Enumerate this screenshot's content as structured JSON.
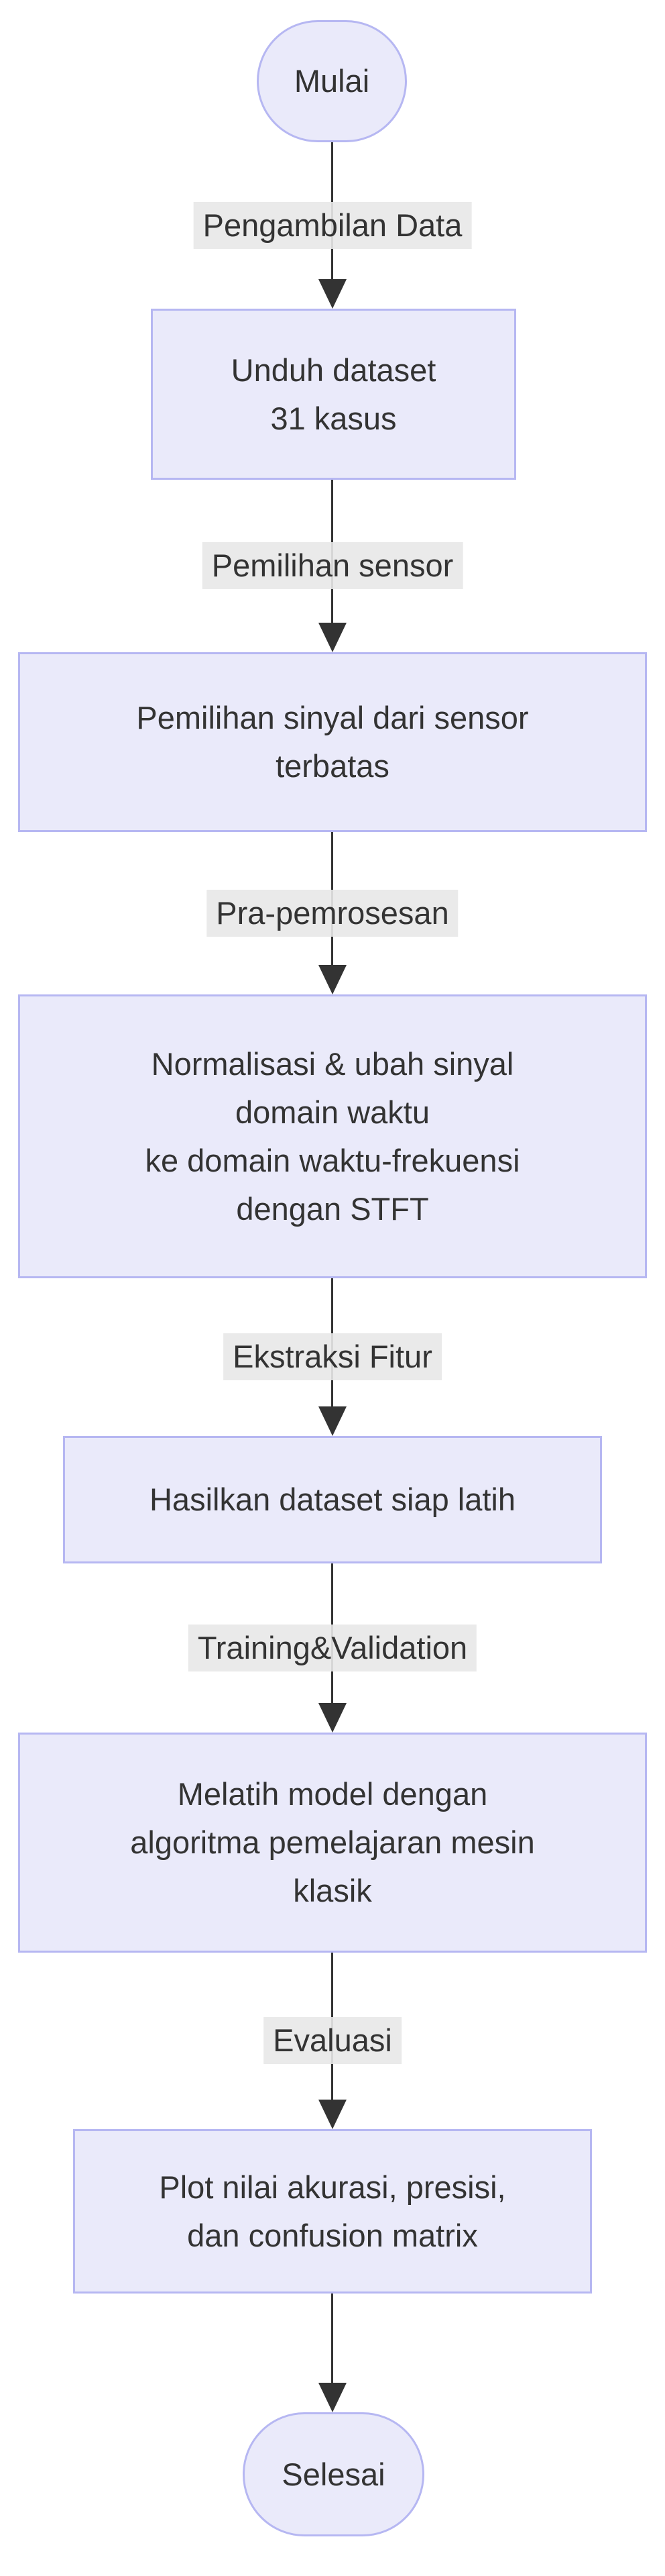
{
  "diagram": {
    "type": "flowchart",
    "direction": "top-down",
    "colors": {
      "node_fill": "#eaeafa",
      "node_border": "#b6b7f2",
      "edge_label_bg": "#e8e8e8",
      "text": "#333333",
      "line": "#333333",
      "background": "#ffffff"
    },
    "nodes": [
      {
        "id": "start",
        "shape": "stadium",
        "lines": [
          "Mulai"
        ]
      },
      {
        "id": "unduh-dataset",
        "shape": "rect",
        "lines": [
          "Unduh dataset",
          "31 kasus"
        ]
      },
      {
        "id": "pemilihan-sinyal",
        "shape": "rect",
        "lines": [
          "Pemilihan sinyal dari sensor",
          "terbatas"
        ]
      },
      {
        "id": "normalisasi-stft",
        "shape": "rect",
        "lines": [
          "Normalisasi & ubah sinyal",
          "domain waktu",
          "ke domain waktu-frekuensi",
          "dengan STFT"
        ]
      },
      {
        "id": "hasilkan-dataset",
        "shape": "rect",
        "lines": [
          "Hasilkan dataset siap latih"
        ]
      },
      {
        "id": "melatih-model",
        "shape": "rect",
        "lines": [
          "Melatih model dengan",
          "algoritma pemelajaran mesin",
          "klasik"
        ]
      },
      {
        "id": "plot-hasil",
        "shape": "rect",
        "lines": [
          "Plot nilai akurasi, presisi,",
          "dan confusion matrix"
        ]
      },
      {
        "id": "end",
        "shape": "stadium",
        "lines": [
          "Selesai"
        ]
      }
    ],
    "edges": [
      {
        "from": "start",
        "to": "unduh-dataset",
        "label": "Pengambilan Data"
      },
      {
        "from": "unduh-dataset",
        "to": "pemilihan-sinyal",
        "label": "Pemilihan sensor"
      },
      {
        "from": "pemilihan-sinyal",
        "to": "normalisasi-stft",
        "label": "Pra-pemrosesan"
      },
      {
        "from": "normalisasi-stft",
        "to": "hasilkan-dataset",
        "label": "Ekstraksi Fitur"
      },
      {
        "from": "hasilkan-dataset",
        "to": "melatih-model",
        "label": "Training&Validation"
      },
      {
        "from": "melatih-model",
        "to": "plot-hasil",
        "label": "Evaluasi"
      },
      {
        "from": "plot-hasil",
        "to": "end",
        "label": ""
      }
    ]
  }
}
